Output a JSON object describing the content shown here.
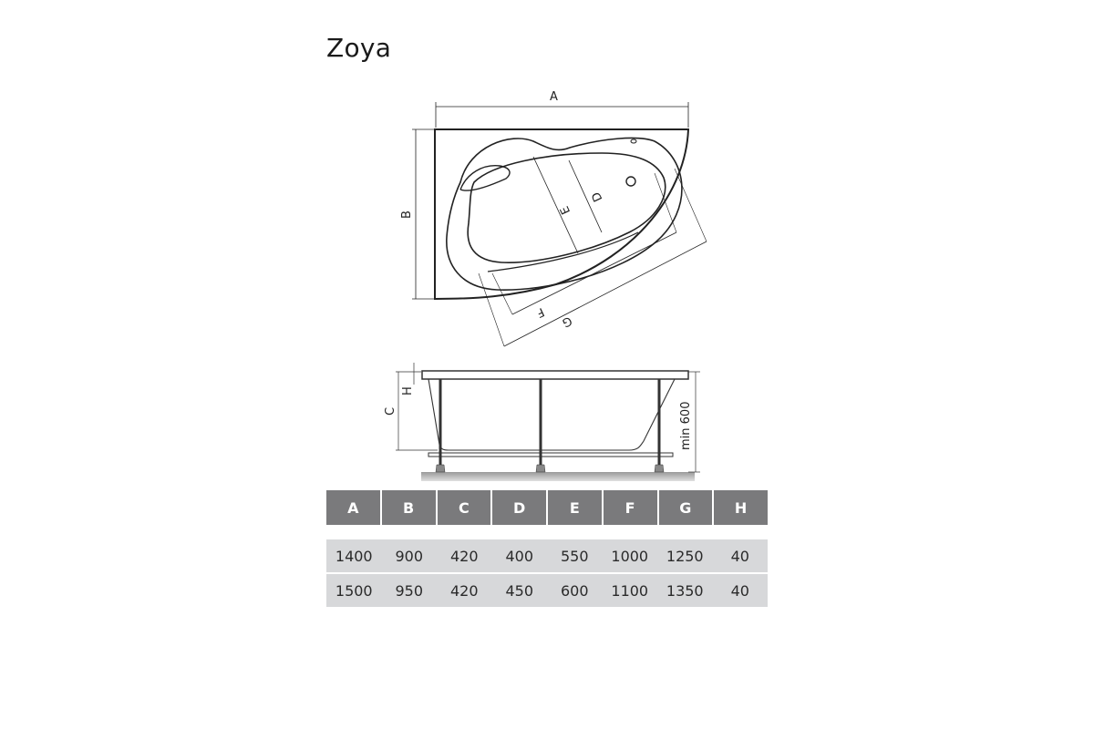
{
  "title": "Zoya",
  "diagram": {
    "top_view_labels": [
      "A",
      "B",
      "D",
      "E",
      "F",
      "G"
    ],
    "side_view_labels": [
      "C",
      "H",
      "min 600"
    ]
  },
  "table": {
    "headers": [
      "A",
      "B",
      "C",
      "D",
      "E",
      "F",
      "G",
      "H"
    ],
    "rows": [
      [
        "1400",
        "900",
        "420",
        "400",
        "550",
        "1000",
        "1250",
        "40"
      ],
      [
        "1500",
        "950",
        "420",
        "450",
        "600",
        "1100",
        "1350",
        "40"
      ]
    ],
    "header_color": "#7a7a7c",
    "row_color": "#d7d8da"
  }
}
